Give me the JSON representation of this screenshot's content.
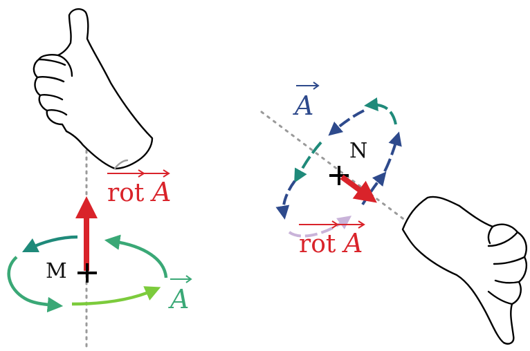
{
  "diagram": {
    "left": {
      "point_label": "M",
      "curl_label": "rot",
      "vector_label": "A",
      "field_label": "A"
    },
    "right": {
      "point_label": "N",
      "curl_label": "rot",
      "vector_label": "A",
      "field_label": "A"
    }
  },
  "colors": {
    "curl_arrow": "#d9232a",
    "axis": "#9a9a9a",
    "field_green": "#3aa876",
    "field_teal": "#1f8a7a",
    "field_light_green": "#7ccb3c",
    "field_blue": "#2e4a8c",
    "field_lilac": "#c9b3d9",
    "outline": "#000000"
  }
}
